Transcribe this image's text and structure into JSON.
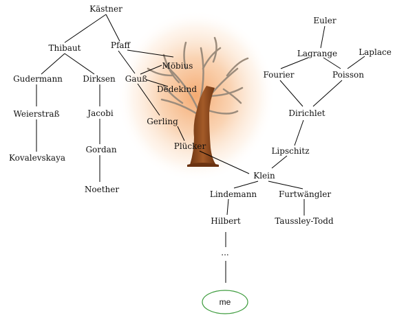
{
  "nodes": {
    "kaestner": "Kästner",
    "thibaut": "Thibaut",
    "pfaff": "Pfaff",
    "gudermann": "Gudermann",
    "dirksen": "Dirksen",
    "gauss": "Gauß",
    "moebius": "Möbius",
    "dedekind": "Dedekind",
    "weierstrass": "Weierstraß",
    "jacobi": "Jacobi",
    "gerling": "Gerling",
    "kovalevskaya": "Kovalevskaya",
    "gordan": "Gordan",
    "pluecker": "Plücker",
    "noether": "Noether",
    "euler": "Euler",
    "lagrange": "Lagrange",
    "laplace": "Laplace",
    "fourier": "Fourier",
    "poisson": "Poisson",
    "dirichlet": "Dirichlet",
    "lipschitz": "Lipschitz",
    "klein": "Klein",
    "lindemann": "Lindemann",
    "furtwaengler": "Furtwängler",
    "hilbert": "Hilbert",
    "taussky_todd": "Taussley-Todd",
    "ellipsis": "...",
    "me": "me"
  },
  "colors": {
    "glow": "#f4b07a",
    "trunk": "#8a4a1f",
    "branch": "#a09080",
    "edge": "#000000",
    "me_border": "#3a9a3a"
  }
}
